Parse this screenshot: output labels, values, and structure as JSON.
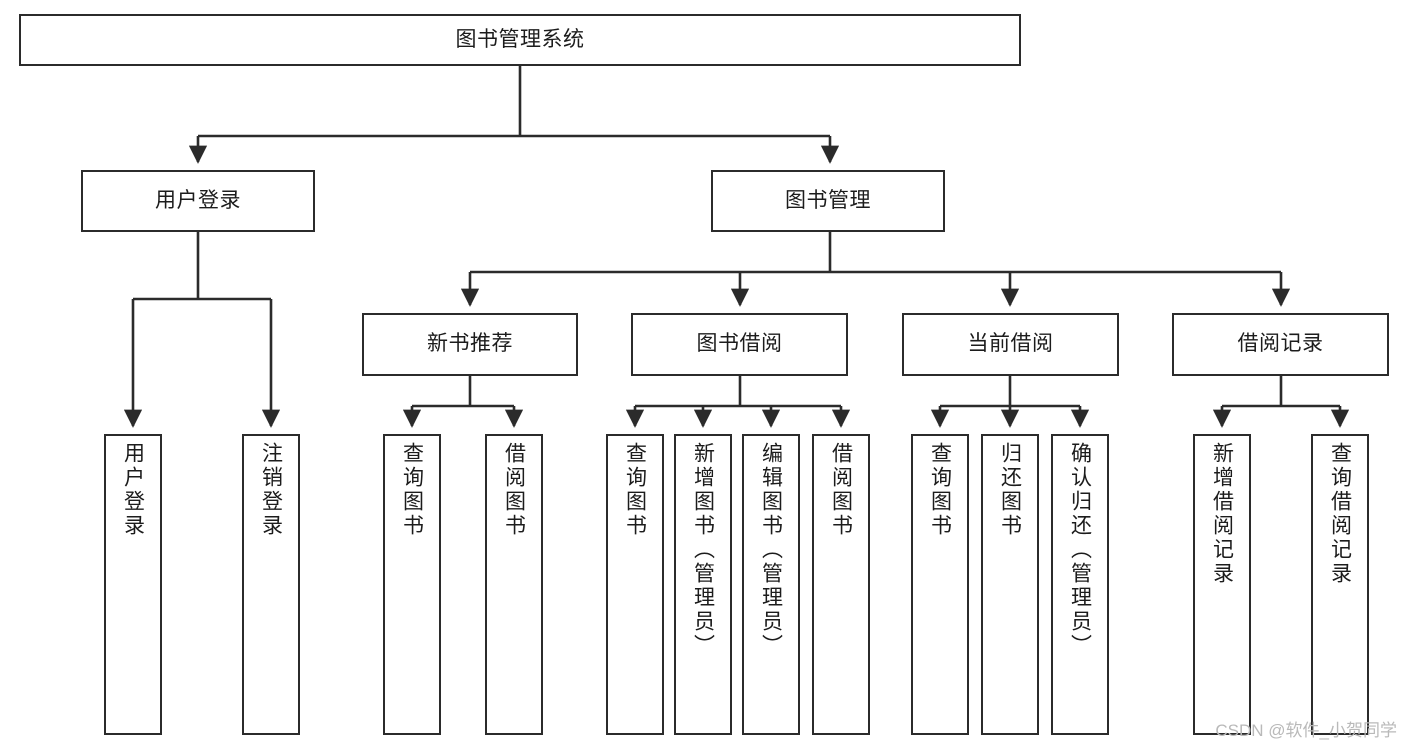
{
  "diagram": {
    "title": "图书管理系统",
    "type": "tree-hierarchy-chart",
    "colors": {
      "box_border": "#2b2b2b",
      "box_fill": "#ffffff",
      "edge": "#2b2b2b",
      "text": "#1c1c1c",
      "watermark": "#b9b9b9",
      "background": "#ffffff"
    },
    "root": {
      "label": "图书管理系统"
    },
    "level2": [
      {
        "label": "用户登录"
      },
      {
        "label": "图书管理"
      }
    ],
    "level3": [
      {
        "label": "新书推荐"
      },
      {
        "label": "图书借阅"
      },
      {
        "label": "当前借阅"
      },
      {
        "label": "借阅记录"
      }
    ],
    "leaves": {
      "user_login": [
        {
          "label": "用户登录"
        },
        {
          "label": "注销登录"
        }
      ],
      "new_book_recommend": [
        {
          "label": "查询图书"
        },
        {
          "label": "借阅图书"
        }
      ],
      "book_borrow": [
        {
          "label": "查询图书"
        },
        {
          "label": "新增图书（管理员）"
        },
        {
          "label": "编辑图书（管理员）"
        },
        {
          "label": "借阅图书"
        }
      ],
      "current_borrow": [
        {
          "label": "查询图书"
        },
        {
          "label": "归还图书"
        },
        {
          "label": "确认归还（管理员）"
        }
      ],
      "borrow_record": [
        {
          "label": "新增借阅记录"
        },
        {
          "label": "查询借阅记录"
        }
      ]
    }
  },
  "watermark": {
    "text": "CSDN @软件_小贺同学"
  }
}
